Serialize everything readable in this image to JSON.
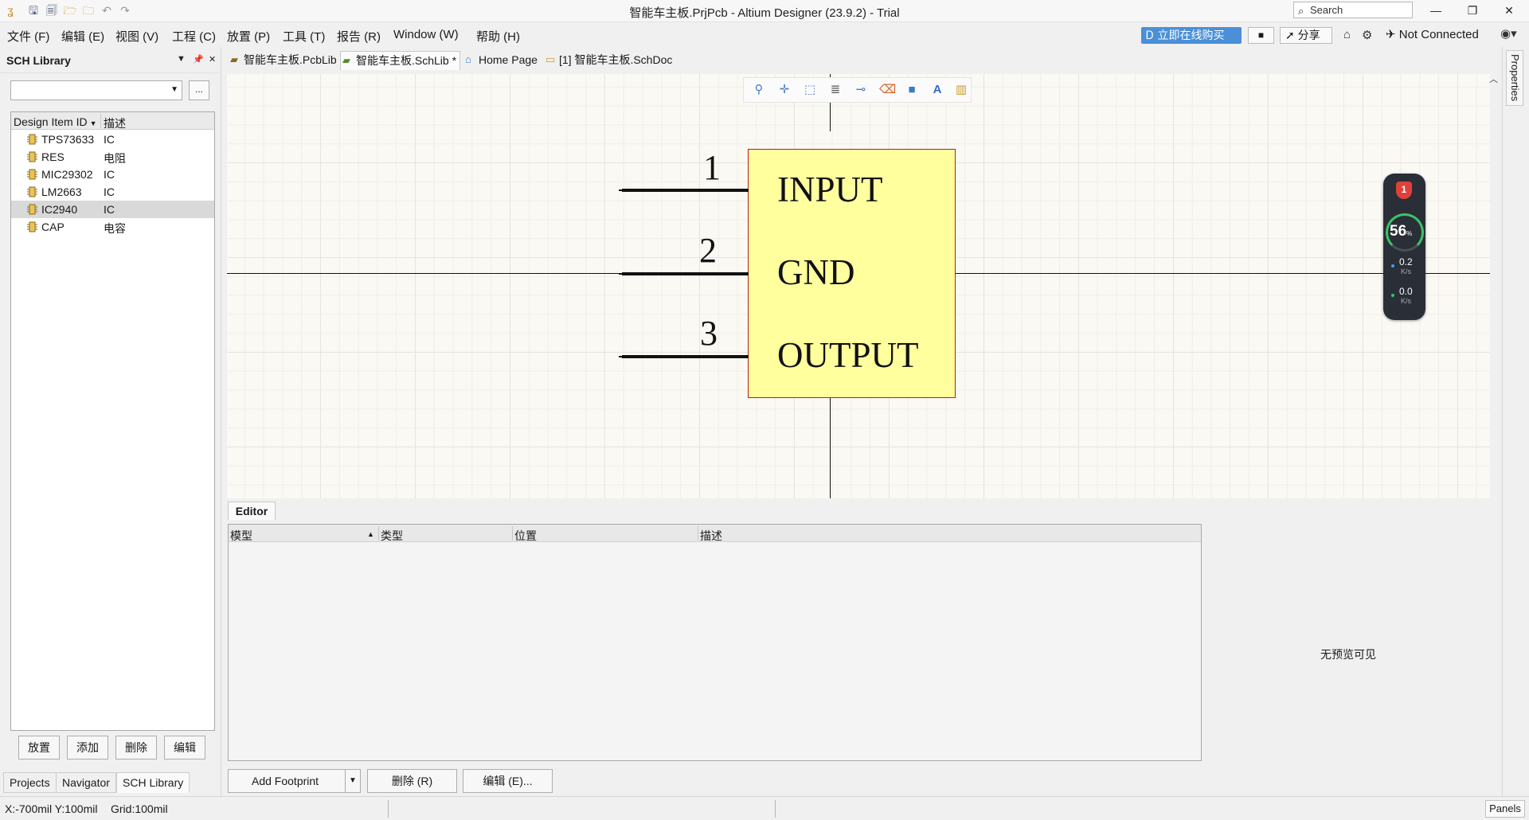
{
  "window": {
    "title": "智能车主板.PrjPcb - Altium Designer (23.9.2) - Trial",
    "search_placeholder": "Search",
    "minimize_icon": "minimize-icon",
    "restore_icon": "restore-icon",
    "close_icon": "close-icon"
  },
  "menu": {
    "items": [
      "文件 (F)",
      "编辑 (E)",
      "视图 (V)",
      "工程 (C)",
      "放置 (P)",
      "工具 (T)",
      "报告 (R)",
      "Window (W)",
      "帮助 (H)"
    ],
    "buy_label": "立即在线购买",
    "share_label": "分享",
    "connection_status": "Not Connected"
  },
  "left_panel": {
    "title": "SCH Library",
    "filter_value": "",
    "more_label": "...",
    "columns": [
      "Design Item ID",
      "描述"
    ],
    "items": [
      {
        "id": "TPS73633",
        "desc": "IC"
      },
      {
        "id": "RES",
        "desc": "电阻"
      },
      {
        "id": "MIC29302",
        "desc": "IC"
      },
      {
        "id": "LM2663",
        "desc": "IC"
      },
      {
        "id": "IC2940",
        "desc": "IC"
      },
      {
        "id": "CAP",
        "desc": "电容"
      }
    ],
    "selected_index": 4,
    "buttons": [
      "放置",
      "添加",
      "删除",
      "编辑"
    ],
    "tabs": [
      "Projects",
      "Navigator",
      "SCH Library"
    ],
    "active_tab": "SCH Library"
  },
  "doc_tabs": [
    {
      "label": "智能车主板.PcbLib",
      "icon": "pcblib-icon"
    },
    {
      "label": "智能车主板.SchLib *",
      "icon": "schlib-icon",
      "active": true
    },
    {
      "label": "Home Page",
      "icon": "home-icon"
    },
    {
      "label": "[1] 智能车主板.SchDoc",
      "icon": "schdoc-icon"
    }
  ],
  "schematic": {
    "body_fill": "#ffff9e",
    "body_border": "#b81e1e",
    "pins": [
      {
        "number": "1",
        "name": "INPUT"
      },
      {
        "number": "2",
        "name": "GND"
      },
      {
        "number": "3",
        "name": "OUTPUT"
      }
    ]
  },
  "canvas_toolbar": [
    "filter-icon",
    "move-icon",
    "select-rect-icon",
    "align-icon",
    "place-pin-icon",
    "erase-icon",
    "rectangle-icon",
    "text-icon",
    "component-icon"
  ],
  "net_monitor": {
    "alert_count": "1",
    "percent": "56",
    "percent_unit": "%",
    "upload_rate": "0.2",
    "upload_unit": "K/s",
    "download_rate": "0.0",
    "download_unit": "K/s"
  },
  "right_strip": {
    "properties_label": "Properties"
  },
  "editor": {
    "tab_label": "Editor",
    "columns": [
      "模型",
      "类型",
      "位置",
      "描述"
    ],
    "preview_text": "无预览可见",
    "buttons": {
      "add_footprint": "Add Footprint",
      "delete": "删除 (R)",
      "edit": "编辑 (E)..."
    }
  },
  "status": {
    "coords": "X:-700mil Y:100mil",
    "grid": "Grid:100mil",
    "panels_label": "Panels"
  }
}
